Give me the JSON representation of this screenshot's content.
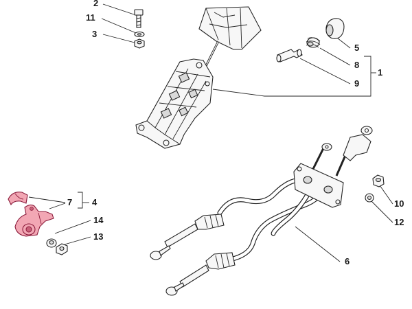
{
  "diagram": {
    "colors": {
      "line": "#222222",
      "highlight_fill": "#f2a7b4",
      "highlight_stroke": "#8a1a3a"
    },
    "callouts": {
      "c1": "1",
      "c2": "2",
      "c3": "3",
      "c4": "4",
      "c5": "5",
      "c6": "6",
      "c7": "7",
      "c8": "8",
      "c9": "9",
      "c10": "10",
      "c11": "11",
      "c12": "12",
      "c13": "13",
      "c14": "14"
    }
  }
}
